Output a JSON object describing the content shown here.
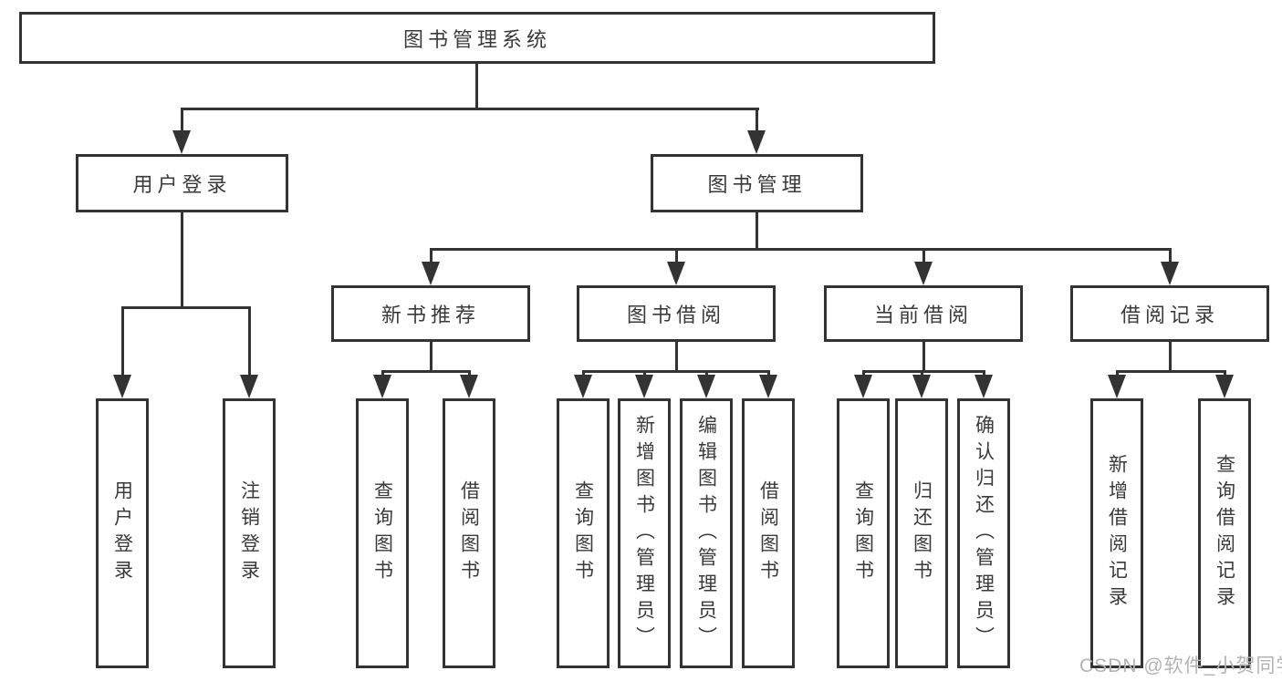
{
  "colors": {
    "line": "#333333",
    "text": "#3a3a3a",
    "watermark": "#b3b3b3",
    "background": "#ffffff"
  },
  "diagram": {
    "root": {
      "label": "图书管理系统"
    },
    "level2": [
      {
        "label": "用户登录"
      },
      {
        "label": "图书管理"
      }
    ],
    "level3": [
      {
        "label": "新书推荐"
      },
      {
        "label": "图书借阅"
      },
      {
        "label": "当前借阅"
      },
      {
        "label": "借阅记录"
      }
    ],
    "leaves": {
      "login": [
        "用户登录",
        "注销登录"
      ],
      "recommend": [
        "查询图书",
        "借阅图书"
      ],
      "borrow": [
        "查询图书",
        "新增图书（管理员）",
        "编辑图书（管理员）",
        "借阅图书"
      ],
      "current": [
        "查询图书",
        "归还图书",
        "确认归还（管理员）"
      ],
      "records": [
        "新增借阅记录",
        "查询借阅记录"
      ]
    }
  },
  "watermark": {
    "text": "CSDN @软件_小贺同学"
  }
}
